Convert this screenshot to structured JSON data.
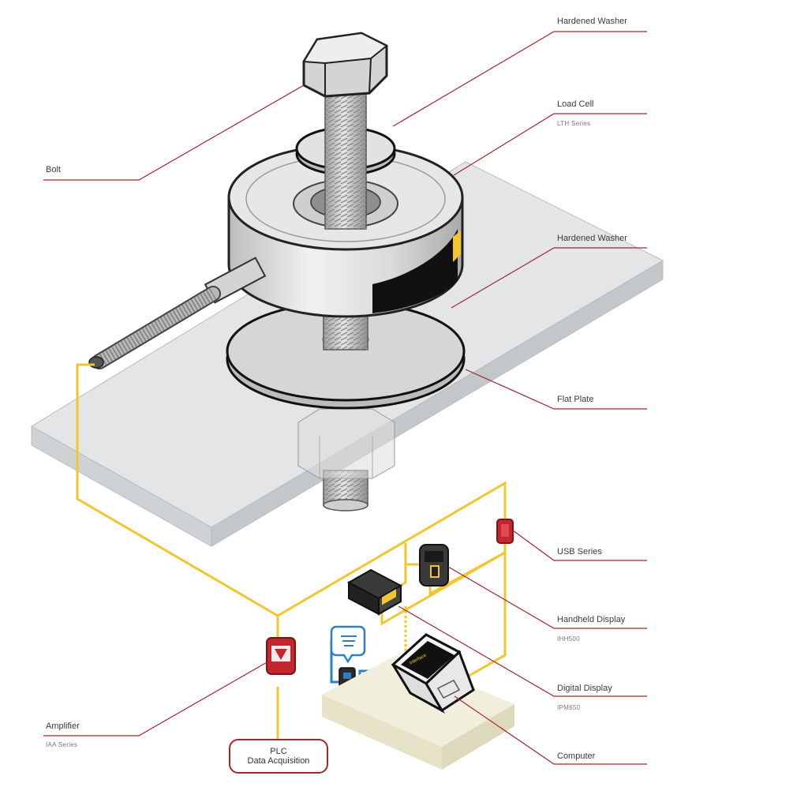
{
  "labels": {
    "hardened_washer_top": "Hardened Washer",
    "load_cell": "Load Cell",
    "load_cell_series": "LTH Series",
    "bolt": "Bolt",
    "hardened_washer_bottom": "Hardened Washer",
    "flat_plate": "Flat Plate",
    "usb_series": "USB Series",
    "handheld_display": "Handheld Display",
    "handheld_display_model": "IHH500",
    "digital_display": "Digital Display",
    "digital_display_model": "IPM650",
    "amplifier": "Amplifier",
    "amplifier_series": "IAA Series",
    "computer": "Computer"
  },
  "plc_box": {
    "line1": "PLC",
    "line2": "Data Acquisition"
  },
  "laptop_screen_text": "Interface",
  "colors": {
    "leader_line": "#a3262c",
    "cable": "#f2c630",
    "usb_cable": "#2f7fc2",
    "plate_top": "#e3e5e7",
    "plate_side": "#c9ccce",
    "metal_light": "#eeeeee",
    "metal_mid": "#c8c8c8",
    "device_red": "#c1272d",
    "device_dark": "#2b2b2b",
    "desk": "#f1efdc"
  },
  "icons": [
    "bolt-head-icon",
    "usb-adapter-icon",
    "chat-bubble-icon",
    "amplifier-icon",
    "laptop-icon",
    "digital-display-icon",
    "handheld-display-icon"
  ]
}
